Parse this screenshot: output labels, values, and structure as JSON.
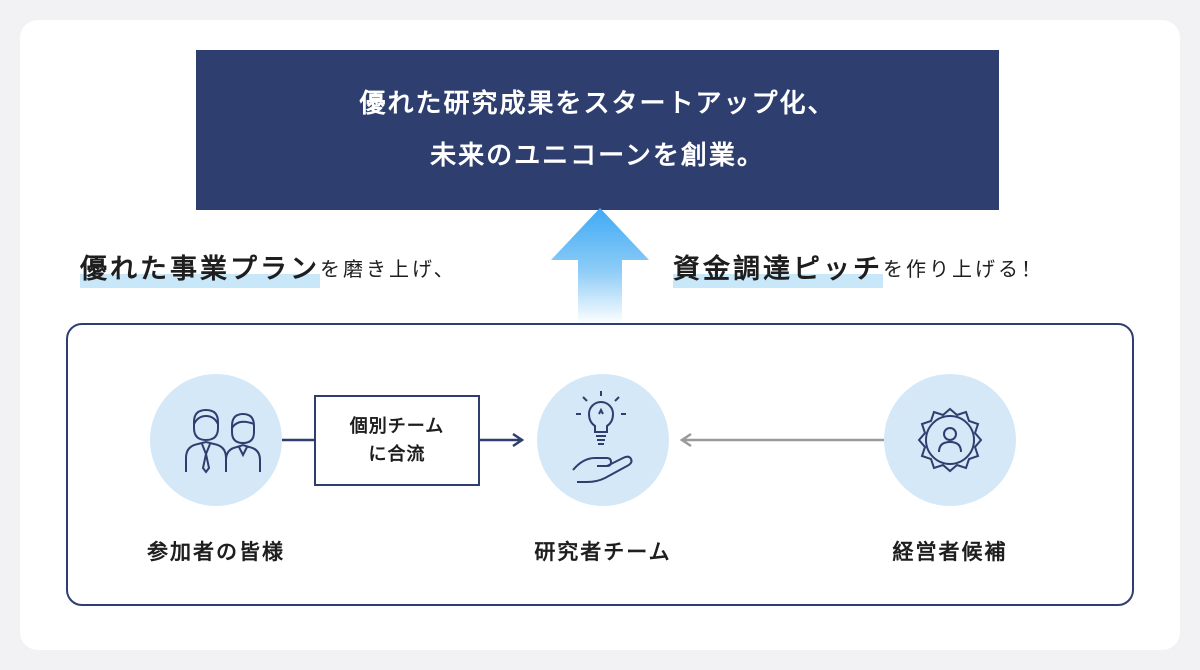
{
  "headline": {
    "line1": "優れた研究成果をスタートアップ化、",
    "line2": "未来のユニコーンを創業。"
  },
  "captions": {
    "left_highlight": "優れた事業プラン",
    "left_rest": "を磨き上げ、",
    "right_highlight": "資金調達ピッチ",
    "right_rest": "を作り上げる！"
  },
  "nodes": {
    "participants": {
      "label": "参加者の皆様",
      "icon": "people-icon"
    },
    "researchers": {
      "label": "研究者チーム",
      "icon": "lightbulb-hand-icon"
    },
    "managers": {
      "label": "経営者候補",
      "icon": "badge-person-icon"
    }
  },
  "merge_box": {
    "line1": "個別チーム",
    "line2": "に合流"
  },
  "colors": {
    "navy": "#2e3e6e",
    "circle_fill": "#d4e8f8",
    "highlight": "#c8e8f9",
    "arrow_blue": "#3fa9f5",
    "gray_arrow": "#9a9a9a"
  }
}
